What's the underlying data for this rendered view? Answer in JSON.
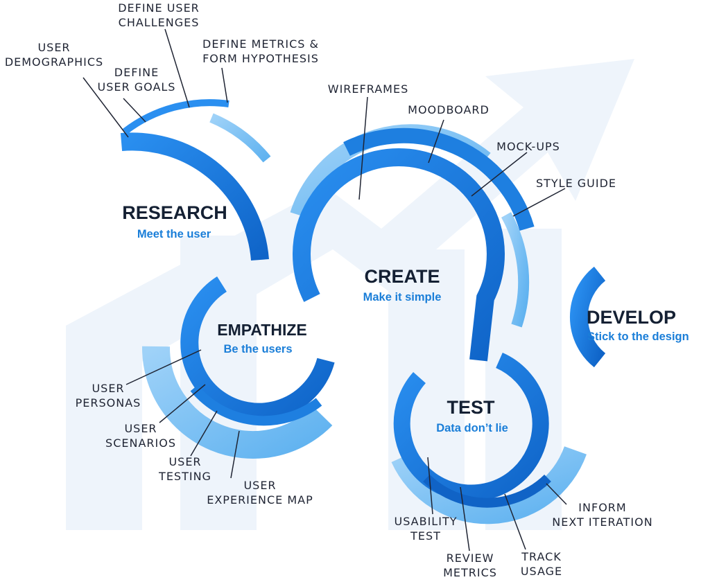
{
  "colors": {
    "primary": "#1e7fe0",
    "light": "#8cc8f5",
    "dark": "#1063c6",
    "title": "#142033",
    "subtitle": "#1a7ed8",
    "background_arrow": "#eef4fb"
  },
  "stages": {
    "research": {
      "title": "RESEARCH",
      "subtitle": "Meet the user"
    },
    "empathize": {
      "title": "EMPATHIZE",
      "subtitle": "Be the users"
    },
    "create": {
      "title": "CREATE",
      "subtitle": "Make it simple"
    },
    "test": {
      "title": "TEST",
      "subtitle": "Data don’t lie"
    },
    "develop": {
      "title": "DEVELOP",
      "subtitle": "Stick to the design"
    }
  },
  "research_items": {
    "user_demographics": [
      "USER",
      "DEMOGRAPHICS"
    ],
    "define_user_goals": [
      "DEFINE",
      "USER GOALS"
    ],
    "define_user_challenges": [
      "DEFINE USER",
      "CHALLENGES"
    ],
    "define_metrics": [
      "DEFINE METRICS &",
      "FORM HYPOTHESIS"
    ]
  },
  "create_items": {
    "wireframes": "WIREFRAMES",
    "moodboard": "MOODBOARD",
    "mockups": "MOCK-UPS",
    "style_guide": "STYLE GUIDE"
  },
  "empathize_items": {
    "user_personas": [
      "USER",
      "PERSONAS"
    ],
    "user_scenarios": [
      "USER",
      "SCENARIOS"
    ],
    "user_testing": [
      "USER",
      "TESTING"
    ],
    "user_experience_map": [
      "USER",
      "EXPERIENCE MAP"
    ]
  },
  "test_items": {
    "usability_test": [
      "USABILITY",
      "TEST"
    ],
    "review_metrics": [
      "REVIEW",
      "METRICS"
    ],
    "track_usage": [
      "TRACK",
      "USAGE"
    ],
    "inform_next_iteration": [
      "INFORM",
      "NEXT ITERATION"
    ]
  }
}
